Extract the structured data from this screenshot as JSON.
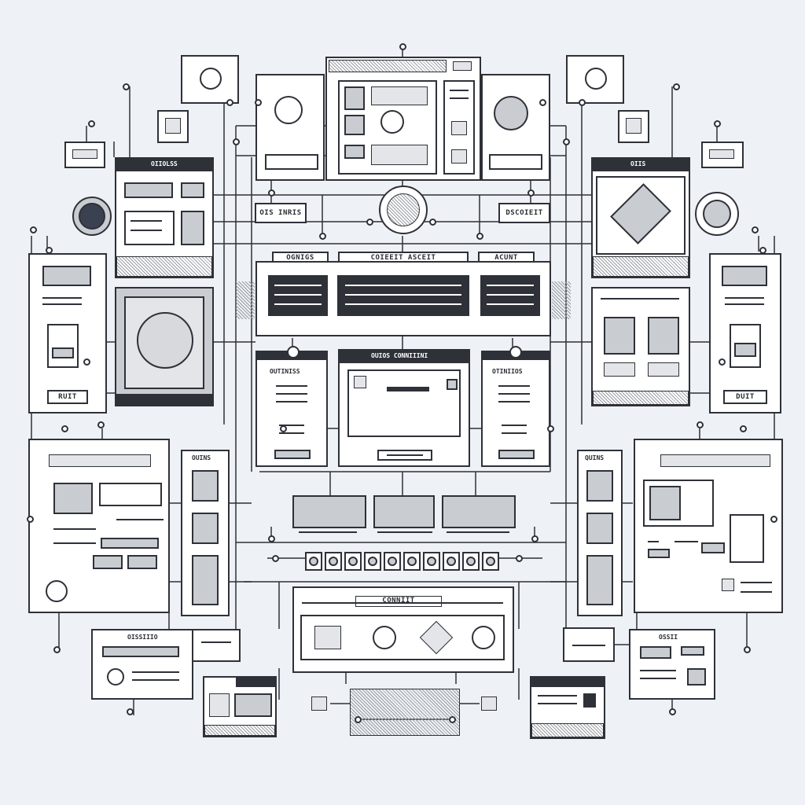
{
  "diagram": {
    "center_header_tabs": [
      {
        "label": "OGNIGS"
      },
      {
        "label": "COIEEIT ASCEIT"
      },
      {
        "label": "ACUNT"
      }
    ],
    "left_panel_titles": {
      "top_window": "OIIOLSS",
      "tag_box": "OIS INRIS",
      "footer": "RUIT"
    },
    "right_panel_titles": {
      "top_window": "OIIS",
      "tag_box": "DSCOIEIT",
      "footer": "DUIT"
    },
    "middle_row": {
      "left_card_title": "OUTINISS",
      "center_window_title": "OUIOS CONNIIINI",
      "right_card_title": "OTINIIOS"
    },
    "lower_left_label": "OUINS",
    "lower_right_label": "QUINS",
    "bottom_panel_title": "CONNIIT",
    "bottom_left_caption": "OISSIIIO",
    "bottom_right_caption": "OSSII",
    "button_row_count": 10
  }
}
